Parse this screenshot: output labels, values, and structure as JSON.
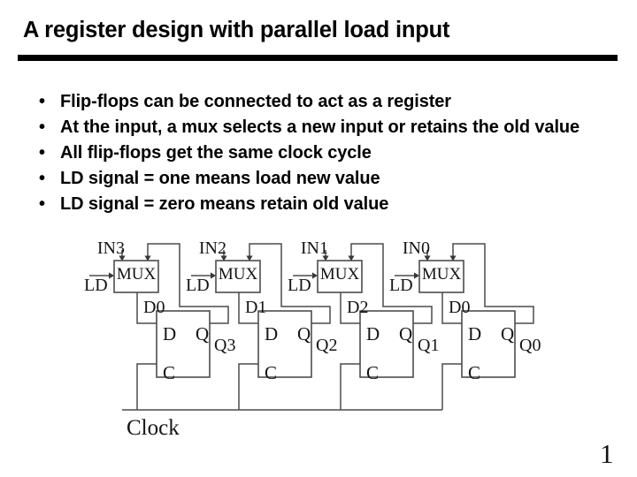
{
  "slide": {
    "title": "A register design with parallel load input",
    "bullet_char": "•",
    "bullets": [
      "Flip-flops can be connected to act as a register",
      "At the input, a mux selects a new input or retains the old value",
      "All flip-flops get the same clock cycle",
      "LD signal = one means load new value",
      "LD signal = zero means retain old value"
    ],
    "page_number": "1"
  },
  "diagram": {
    "clock_label": "Clock",
    "stages": [
      {
        "in": "IN3",
        "ld": "LD",
        "mux": "MUX",
        "d_wire": "D0",
        "d": "D",
        "q": "Q",
        "c": "C",
        "out": "Q3"
      },
      {
        "in": "IN2",
        "ld": "LD",
        "mux": "MUX",
        "d_wire": "D1",
        "d": "D",
        "q": "Q",
        "c": "C",
        "out": "Q2"
      },
      {
        "in": "IN1",
        "ld": "LD",
        "mux": "MUX",
        "d_wire": "D2",
        "d": "D",
        "q": "Q",
        "c": "C",
        "out": "Q1"
      },
      {
        "in": "IN0",
        "ld": "LD",
        "mux": "MUX",
        "d_wire": "D0",
        "d": "D",
        "q": "Q",
        "c": "C",
        "out": "Q0"
      }
    ]
  }
}
